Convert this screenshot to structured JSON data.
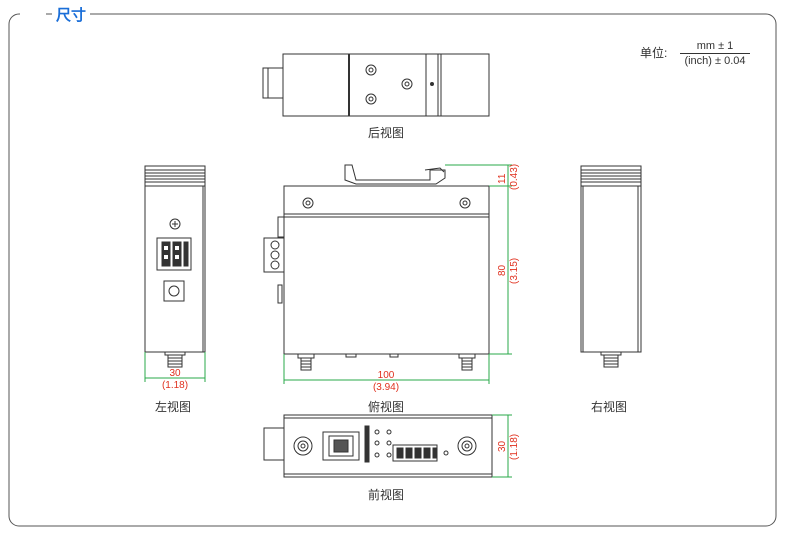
{
  "section_title": "尺寸",
  "units": {
    "label": "单位:",
    "numerator": "mm ± 1",
    "denominator": "(inch) ± 0.04"
  },
  "views": {
    "back": "后视图",
    "left": "左视图",
    "top": "俯视图",
    "right": "右视图",
    "front": "前视图"
  },
  "dimensions": {
    "left_width_mm": "30",
    "left_width_in": "(1.18)",
    "top_width_mm": "100",
    "top_width_in": "(3.94)",
    "top_rail_mm": "11",
    "top_rail_in": "(0.43)",
    "top_height_mm": "80",
    "top_height_in": "(3.15)",
    "front_height_mm": "30",
    "front_height_in": "(1.18)"
  },
  "colors": {
    "title": "#1a6ed8",
    "dimension_text": "#e0301e",
    "dimension_line": "#2aa84a",
    "outline": "#333333"
  }
}
